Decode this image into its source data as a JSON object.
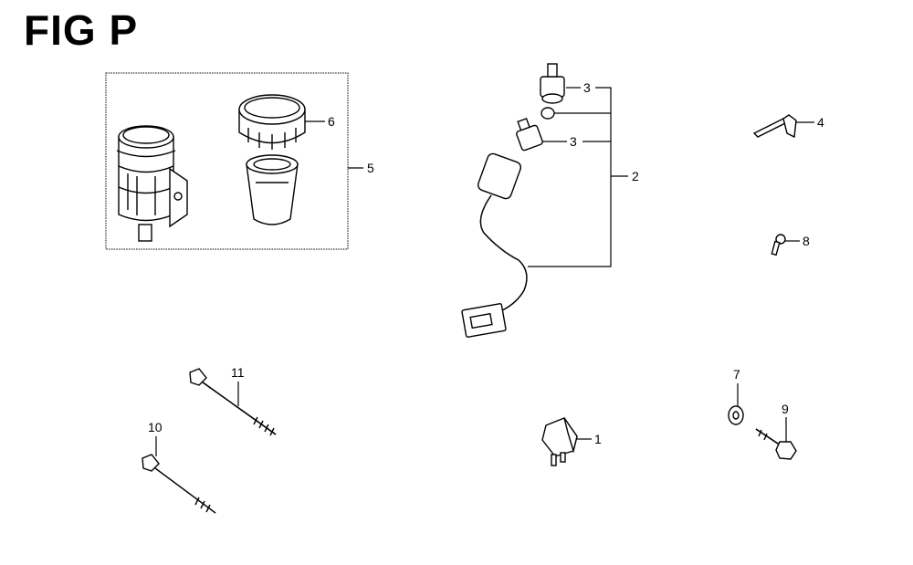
{
  "figure": {
    "title": "FIG P"
  },
  "callouts": {
    "c1": "1",
    "c2": "2",
    "c3a": "3",
    "c3b": "3",
    "c4": "4",
    "c5": "5",
    "c6": "6",
    "c7": "7",
    "c8": "8",
    "c9": "9",
    "c10": "10",
    "c11": "11"
  }
}
